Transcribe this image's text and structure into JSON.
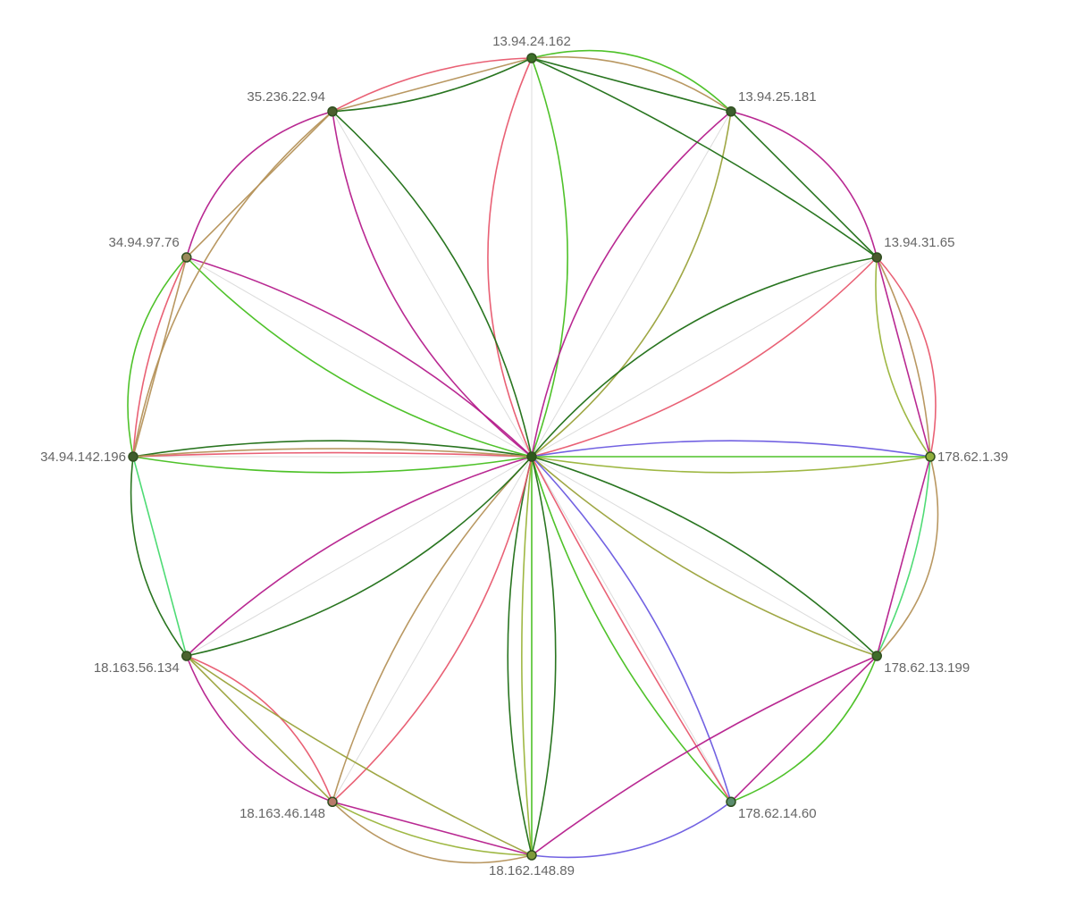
{
  "graph": {
    "center_node": {
      "id": "c",
      "label": ""
    },
    "nodes": [
      {
        "id": "n0",
        "label": "13.94.24.162",
        "color": "#3c6e28"
      },
      {
        "id": "n1",
        "label": "13.94.25.181",
        "color": "#3c5e2e"
      },
      {
        "id": "n2",
        "label": "13.94.31.65",
        "color": "#4b5a2e"
      },
      {
        "id": "n3",
        "label": "178.62.1.39",
        "color": "#8fae3c"
      },
      {
        "id": "n4",
        "label": "178.62.13.199",
        "color": "#3f6d2a"
      },
      {
        "id": "n5",
        "label": "178.62.14.60",
        "color": "#5a8c6e"
      },
      {
        "id": "n6",
        "label": "18.162.148.89",
        "color": "#7f9a3c"
      },
      {
        "id": "n7",
        "label": "18.163.46.148",
        "color": "#b87a6a"
      },
      {
        "id": "n8",
        "label": "18.163.56.134",
        "color": "#4b6330"
      },
      {
        "id": "n9",
        "label": "34.94.142.196",
        "color": "#3f5e2c"
      },
      {
        "id": "n10",
        "label": "34.94.97.76",
        "color": "#9a8a5a"
      },
      {
        "id": "n11",
        "label": "35.236.22.94",
        "color": "#4a5f2e"
      }
    ],
    "edges": [
      {
        "from": "c",
        "to": "n0",
        "bend": -0.22,
        "color": "#e8586e"
      },
      {
        "from": "c",
        "to": "n0",
        "bend": 0.18,
        "color": "#46bf1f"
      },
      {
        "from": "c",
        "to": "n1",
        "bend": -0.18,
        "color": "#b51e8c"
      },
      {
        "from": "c",
        "to": "n1",
        "bend": 0.2,
        "color": "#9aa23a"
      },
      {
        "from": "c",
        "to": "n2",
        "bend": -0.18,
        "color": "#1e6e14"
      },
      {
        "from": "c",
        "to": "n2",
        "bend": 0.14,
        "color": "#e8586e"
      },
      {
        "from": "c",
        "to": "n3",
        "bend": -0.08,
        "color": "#6a5ae0"
      },
      {
        "from": "c",
        "to": "n3",
        "bend": 0.0,
        "color": "#46bf1f"
      },
      {
        "from": "c",
        "to": "n3",
        "bend": 0.08,
        "color": "#9ab43a"
      },
      {
        "from": "c",
        "to": "n4",
        "bend": -0.12,
        "color": "#1e6e14"
      },
      {
        "from": "c",
        "to": "n4",
        "bend": 0.1,
        "color": "#9aa23a"
      },
      {
        "from": "c",
        "to": "n5",
        "bend": -0.12,
        "color": "#6a5ae0"
      },
      {
        "from": "c",
        "to": "n5",
        "bend": 0.12,
        "color": "#46bf1f"
      },
      {
        "from": "c",
        "to": "n5",
        "bend": 0.02,
        "color": "#e8586e"
      },
      {
        "from": "c",
        "to": "n6",
        "bend": -0.12,
        "color": "#1e6e14"
      },
      {
        "from": "c",
        "to": "n6",
        "bend": 0.0,
        "color": "#46bf1f"
      },
      {
        "from": "c",
        "to": "n6",
        "bend": 0.05,
        "color": "#9ab43a"
      },
      {
        "from": "c",
        "to": "n6",
        "bend": 0.12,
        "color": "#1e6e14"
      },
      {
        "from": "c",
        "to": "n7",
        "bend": -0.16,
        "color": "#e8586e"
      },
      {
        "from": "c",
        "to": "n7",
        "bend": 0.12,
        "color": "#b5925a"
      },
      {
        "from": "c",
        "to": "n8",
        "bend": -0.16,
        "color": "#1e6e14"
      },
      {
        "from": "c",
        "to": "n8",
        "bend": 0.12,
        "color": "#b51e8c"
      },
      {
        "from": "c",
        "to": "n9",
        "bend": -0.08,
        "color": "#46bf1f"
      },
      {
        "from": "c",
        "to": "n9",
        "bend": 0.08,
        "color": "#1e6e14"
      },
      {
        "from": "c",
        "to": "n9",
        "bend": 0.02,
        "color": "#e8586e"
      },
      {
        "from": "c",
        "to": "n9",
        "bend": 0.04,
        "color": "#b5925a"
      },
      {
        "from": "c",
        "to": "n10",
        "bend": -0.14,
        "color": "#46bf1f"
      },
      {
        "from": "c",
        "to": "n10",
        "bend": 0.12,
        "color": "#b51e8c"
      },
      {
        "from": "c",
        "to": "n11",
        "bend": -0.2,
        "color": "#b51e8c"
      },
      {
        "from": "c",
        "to": "n11",
        "bend": 0.16,
        "color": "#1e6e14"
      },
      {
        "from": "n0",
        "to": "n1",
        "bend": -0.28,
        "color": "#46bf1f"
      },
      {
        "from": "n0",
        "to": "n1",
        "bend": -0.18,
        "color": "#b5925a"
      },
      {
        "from": "n0",
        "to": "n1",
        "bend": 0.0,
        "color": "#1e6e14"
      },
      {
        "from": "n1",
        "to": "n2",
        "bend": -0.3,
        "color": "#b51e8c"
      },
      {
        "from": "n1",
        "to": "n2",
        "bend": 0.0,
        "color": "#1e6e14"
      },
      {
        "from": "n0",
        "to": "n2",
        "bend": -0.05,
        "color": "#1e6e14"
      },
      {
        "from": "n2",
        "to": "n3",
        "bend": -0.25,
        "color": "#e8586e"
      },
      {
        "from": "n2",
        "to": "n3",
        "bend": -0.1,
        "color": "#b5925a"
      },
      {
        "from": "n2",
        "to": "n3",
        "bend": 0.0,
        "color": "#b51e8c"
      },
      {
        "from": "n2",
        "to": "n3",
        "bend": 0.18,
        "color": "#9ab43a"
      },
      {
        "from": "n3",
        "to": "n4",
        "bend": -0.28,
        "color": "#b5925a"
      },
      {
        "from": "n3",
        "to": "n4",
        "bend": -0.1,
        "color": "#46d96e"
      },
      {
        "from": "n3",
        "to": "n4",
        "bend": 0.0,
        "color": "#b51e8c"
      },
      {
        "from": "n4",
        "to": "n5",
        "bend": -0.22,
        "color": "#46bf1f"
      },
      {
        "from": "n4",
        "to": "n5",
        "bend": 0.0,
        "color": "#b51e8c"
      },
      {
        "from": "n5",
        "to": "n6",
        "bend": -0.2,
        "color": "#6a5ae0"
      },
      {
        "from": "n4",
        "to": "n6",
        "bend": 0.06,
        "color": "#b51e8c"
      },
      {
        "from": "n6",
        "to": "n7",
        "bend": -0.28,
        "color": "#b5925a"
      },
      {
        "from": "n6",
        "to": "n7",
        "bend": -0.12,
        "color": "#9ab43a"
      },
      {
        "from": "n6",
        "to": "n7",
        "bend": 0.0,
        "color": "#b51e8c"
      },
      {
        "from": "n7",
        "to": "n8",
        "bend": -0.22,
        "color": "#b51e8c"
      },
      {
        "from": "n7",
        "to": "n8",
        "bend": 0.0,
        "color": "#9aa23a"
      },
      {
        "from": "n7",
        "to": "n8",
        "bend": 0.22,
        "color": "#e8586e"
      },
      {
        "from": "n8",
        "to": "n9",
        "bend": -0.2,
        "color": "#1e6e14"
      },
      {
        "from": "n8",
        "to": "n9",
        "bend": 0.0,
        "color": "#46d96e"
      },
      {
        "from": "n8",
        "to": "n6",
        "bend": 0.04,
        "color": "#9aa23a"
      },
      {
        "from": "n9",
        "to": "n10",
        "bend": -0.25,
        "color": "#46bf1f"
      },
      {
        "from": "n9",
        "to": "n10",
        "bend": -0.1,
        "color": "#e8586e"
      },
      {
        "from": "n9",
        "to": "n10",
        "bend": 0.0,
        "color": "#b5925a"
      },
      {
        "from": "n9",
        "to": "n11",
        "bend": -0.18,
        "color": "#b5925a"
      },
      {
        "from": "n10",
        "to": "n11",
        "bend": -0.28,
        "color": "#b51e8c"
      },
      {
        "from": "n10",
        "to": "n11",
        "bend": 0.0,
        "color": "#b5925a"
      },
      {
        "from": "n11",
        "to": "n0",
        "bend": -0.12,
        "color": "#e8586e"
      },
      {
        "from": "n11",
        "to": "n0",
        "bend": 0.0,
        "color": "#b5925a"
      },
      {
        "from": "n11",
        "to": "n0",
        "bend": 0.1,
        "color": "#1e6e14"
      }
    ]
  }
}
